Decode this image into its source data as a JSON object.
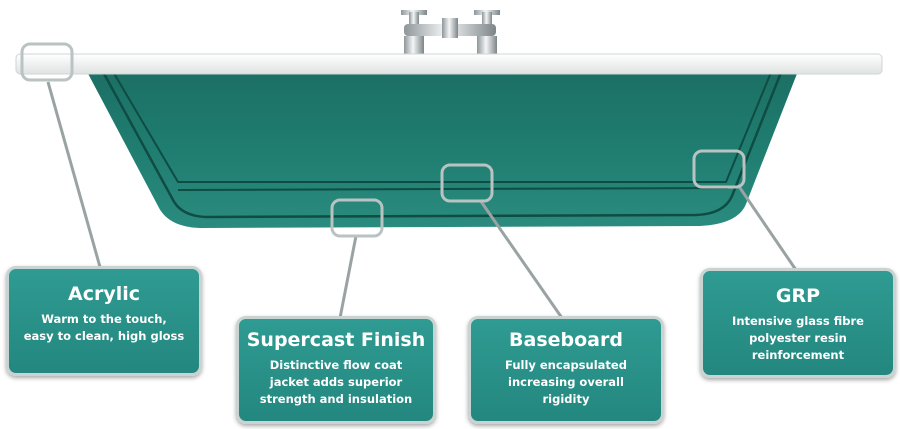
{
  "colors": {
    "teal_card": "#23877f",
    "tub_body": "#1f7a6e",
    "tub_rim": "#f2f4f3",
    "callout_line": "#9aa3a3"
  },
  "callouts": {
    "acrylic": {
      "title": "Acrylic",
      "desc": "Warm to the touch,\neasy to clean, high gloss"
    },
    "supercast": {
      "title": "Supercast Finish",
      "desc": "Distinctive flow coat\njacket adds superior\nstrength and insulation"
    },
    "baseboard": {
      "title": "Baseboard",
      "desc": "Fully encapsulated\nincreasing overall\nrigidity"
    },
    "grp": {
      "title": "GRP",
      "desc": "Intensive glass fibre\npolyester resin\nreinforcement"
    }
  }
}
